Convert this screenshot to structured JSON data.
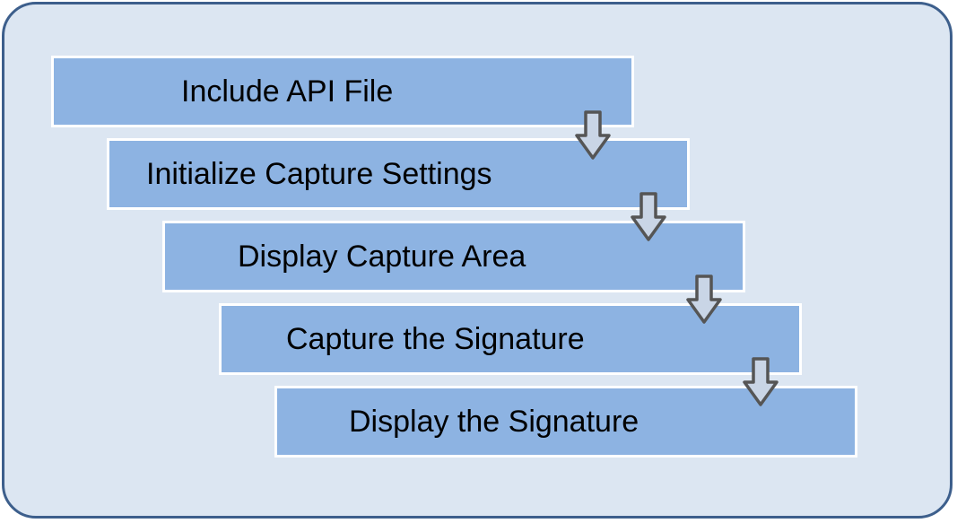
{
  "diagram": {
    "steps": [
      {
        "label": "Include API File"
      },
      {
        "label": "Initialize Capture Settings"
      },
      {
        "label": "Display Capture Area"
      },
      {
        "label": "Capture the Signature"
      },
      {
        "label": "Display the Signature"
      }
    ],
    "connector_icon": "down-arrow",
    "colors": {
      "background": "#dce6f2",
      "border": "#3d5f8c",
      "step_fill": "#8db3e2",
      "arrow_fill": "#c9d5e6",
      "arrow_stroke": "#555555"
    }
  }
}
